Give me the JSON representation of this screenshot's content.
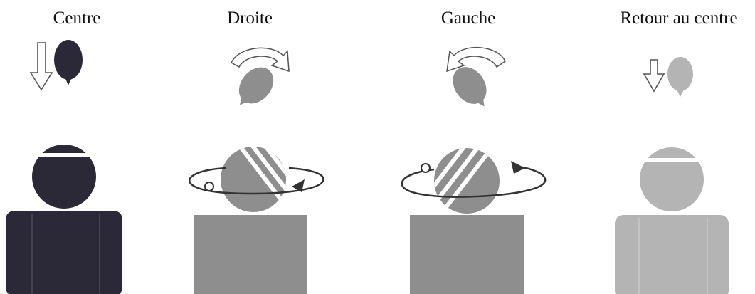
{
  "panels": [
    {
      "label": "Centre",
      "head_color": "#2b2838",
      "body_color": "#2b2838"
    },
    {
      "label": "Droite",
      "head_color": "#8e8e8e",
      "body_color": "#8e8e8e"
    },
    {
      "label": "Gauche",
      "head_color": "#8e8e8e",
      "body_color": "#8e8e8e"
    },
    {
      "label": "Retour au centre",
      "head_color": "#b4b4b4",
      "body_color": "#b4b4b4"
    }
  ],
  "colors": {
    "outline": "#5a5a5a",
    "stripe": "#ffffff",
    "background": "#ffffff"
  }
}
